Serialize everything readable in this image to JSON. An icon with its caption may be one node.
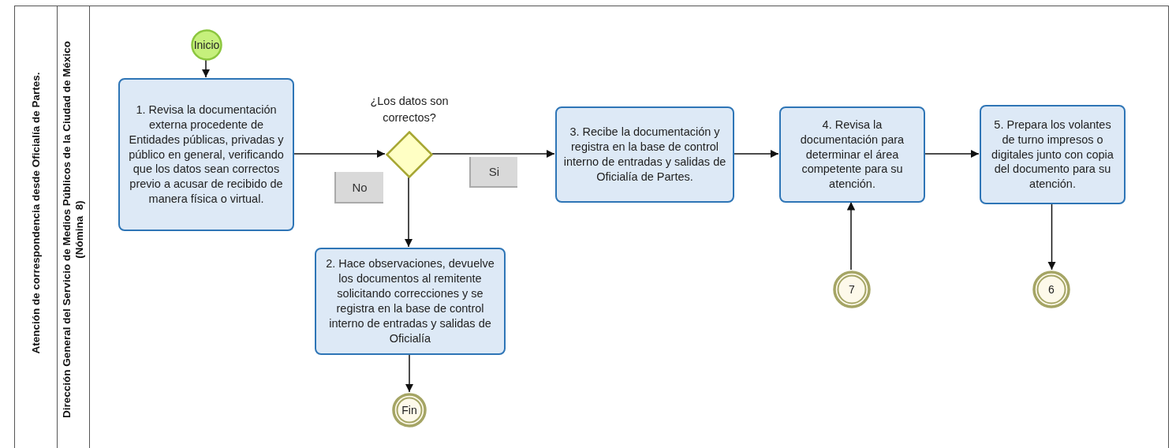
{
  "diagram": {
    "nodes": [
      {
        "text": [
          "Atención de correspondencia desde Oficialía de Partes."
        ]
      },
      {
        "text": [
          "Dirección General del Servicio de Medios Públicos de la Ciudad de México (Nómina  8)"
        ],
        "in": 0
      },
      {
        "text": [
          "Inicio"
        ],
        "in": 1
      },
      {
        "text": [
          "1. Revisa la documentación externa procedente de Entidades públicas, privadas y público en general, verificando que los datos sean correctos previo a acusar de recibido de manera física o virtual."
        ],
        "in": 1
      },
      {
        "text": [
          "¿Los datos son correctos?"
        ],
        "in": 1
      },
      {
        "text": [
          "3. Recibe la documentación y registra en la base de control interno de entradas y salidas de Oficialía de Partes."
        ],
        "in": 1
      },
      {
        "text": [
          "4. Revisa la documentación para determinar el área competente para su atención."
        ],
        "in": 1
      },
      {
        "text": [
          "5. Prepara los volantes de turno impresos o digitales junto con copia del documento para su atención."
        ],
        "in": 1
      },
      {
        "text": [
          "2. Hace observaciones, devuelve los documentos al remitente solicitando correcciones y se registra en la base de control interno de entradas y salidas de Oficialía"
        ],
        "in": 1
      },
      {
        "text": [
          "Fin"
        ],
        "in": 1
      },
      {
        "text": [
          "7"
        ],
        "in": 1
      },
      {
        "text": [
          "6"
        ],
        "in": 1
      }
    ],
    "edges": [
      {
        "from": 2,
        "to": 3,
        "arrow": "to"
      },
      {
        "from": 3,
        "to": 4,
        "arrow": "to"
      },
      {
        "from": 4,
        "to": 5,
        "arrow": "to",
        "label": "Si"
      },
      {
        "from": 4,
        "to": 8,
        "arrow": "to",
        "label": "No"
      },
      {
        "from": 5,
        "to": 6,
        "arrow": "to"
      },
      {
        "from": 6,
        "to": 7,
        "arrow": "to"
      },
      {
        "from": 8,
        "to": 9,
        "arrow": "to"
      },
      {
        "from": 10,
        "to": 6,
        "arrow": "to"
      },
      {
        "from": 7,
        "to": 11,
        "arrow": "to"
      }
    ]
  }
}
